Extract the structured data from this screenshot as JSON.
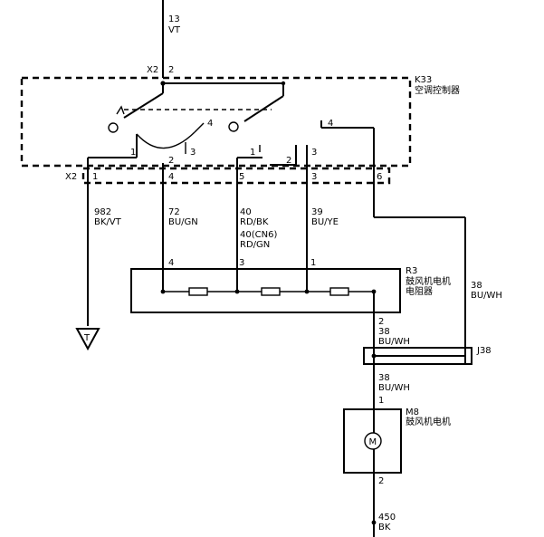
{
  "top_wire": {
    "number": "13",
    "color": "VT"
  },
  "x2_top": {
    "connector": "X2",
    "pin": "2"
  },
  "controller": {
    "id": "K33",
    "name": "空调控制器",
    "internal_pins": {
      "p4a": "4",
      "p1a": "1",
      "p3a": "3",
      "p1b": "1",
      "p2b": "2",
      "p3b": "3",
      "p4r": "4",
      "p2c": "2"
    }
  },
  "x2_bottom": {
    "connector": "X2",
    "pins": {
      "p1": "1",
      "p4": "4",
      "p5": "5",
      "p3": "3",
      "p6": "6"
    }
  },
  "wires": {
    "w982": {
      "number": "982",
      "color": "BK/VT"
    },
    "w72": {
      "number": "72",
      "color": "BU/GN"
    },
    "w40": {
      "number": "40",
      "color": "RD/BK",
      "alt_number": "40(CN6)",
      "alt_color": "RD/GN"
    },
    "w39": {
      "number": "39",
      "color": "BU/YE"
    },
    "w38_right": {
      "number": "38",
      "color": "BU/WH"
    }
  },
  "ground": {
    "symbol": "T"
  },
  "resistor": {
    "id": "R3",
    "name_line1": "鼓风机电机",
    "name_line2": "电阻器",
    "pins": {
      "p4": "4",
      "p3": "3",
      "p1": "1",
      "p2": "2"
    }
  },
  "wire38_mid": {
    "number": "38",
    "color": "BU/WH"
  },
  "splice": {
    "id": "J38"
  },
  "wire38_low": {
    "number": "38",
    "color": "BU/WH"
  },
  "motor": {
    "id": "M8",
    "name": "鼓风机电机",
    "symbol": "M",
    "pins": {
      "p1": "1",
      "p2": "2"
    }
  },
  "bottom_wire": {
    "number": "450",
    "color": "BK"
  }
}
